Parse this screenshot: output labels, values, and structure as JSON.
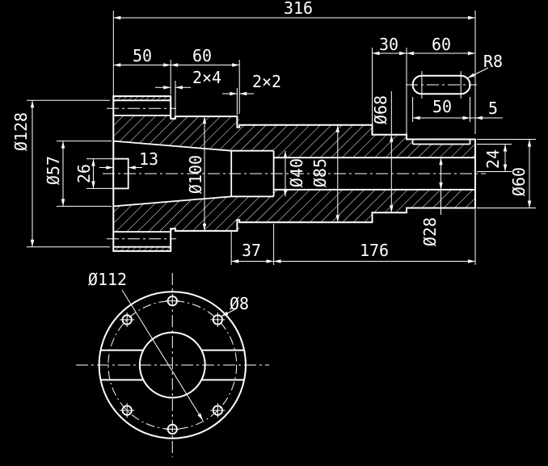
{
  "title": "CAD technical drawing - flanged hollow shaft",
  "colors": {
    "background": "#000000",
    "line": "#ffffff"
  },
  "dims": {
    "total": "316",
    "flange_w": "50",
    "body_w": "60",
    "groove_a": "2×4",
    "groove_b": "2×2",
    "collar_w": "30",
    "tail_w": "60",
    "key_r": "R8",
    "key_len": "50",
    "key_end": "5",
    "recess_d": "13",
    "recess_h": "26",
    "bore_mid_len": "37",
    "bore_tail_len": "176",
    "flange_dia": "Ø128",
    "face_bore": "Ø57",
    "body_dia": "Ø100",
    "bore_mid": "Ø40",
    "mid_dia": "Ø85",
    "collar_dia": "Ø68",
    "bore_tail": "Ø28",
    "key_depth": "24",
    "tail_dia": "Ø60",
    "bolt_circle": "Ø112",
    "hole_dia": "Ø8"
  }
}
